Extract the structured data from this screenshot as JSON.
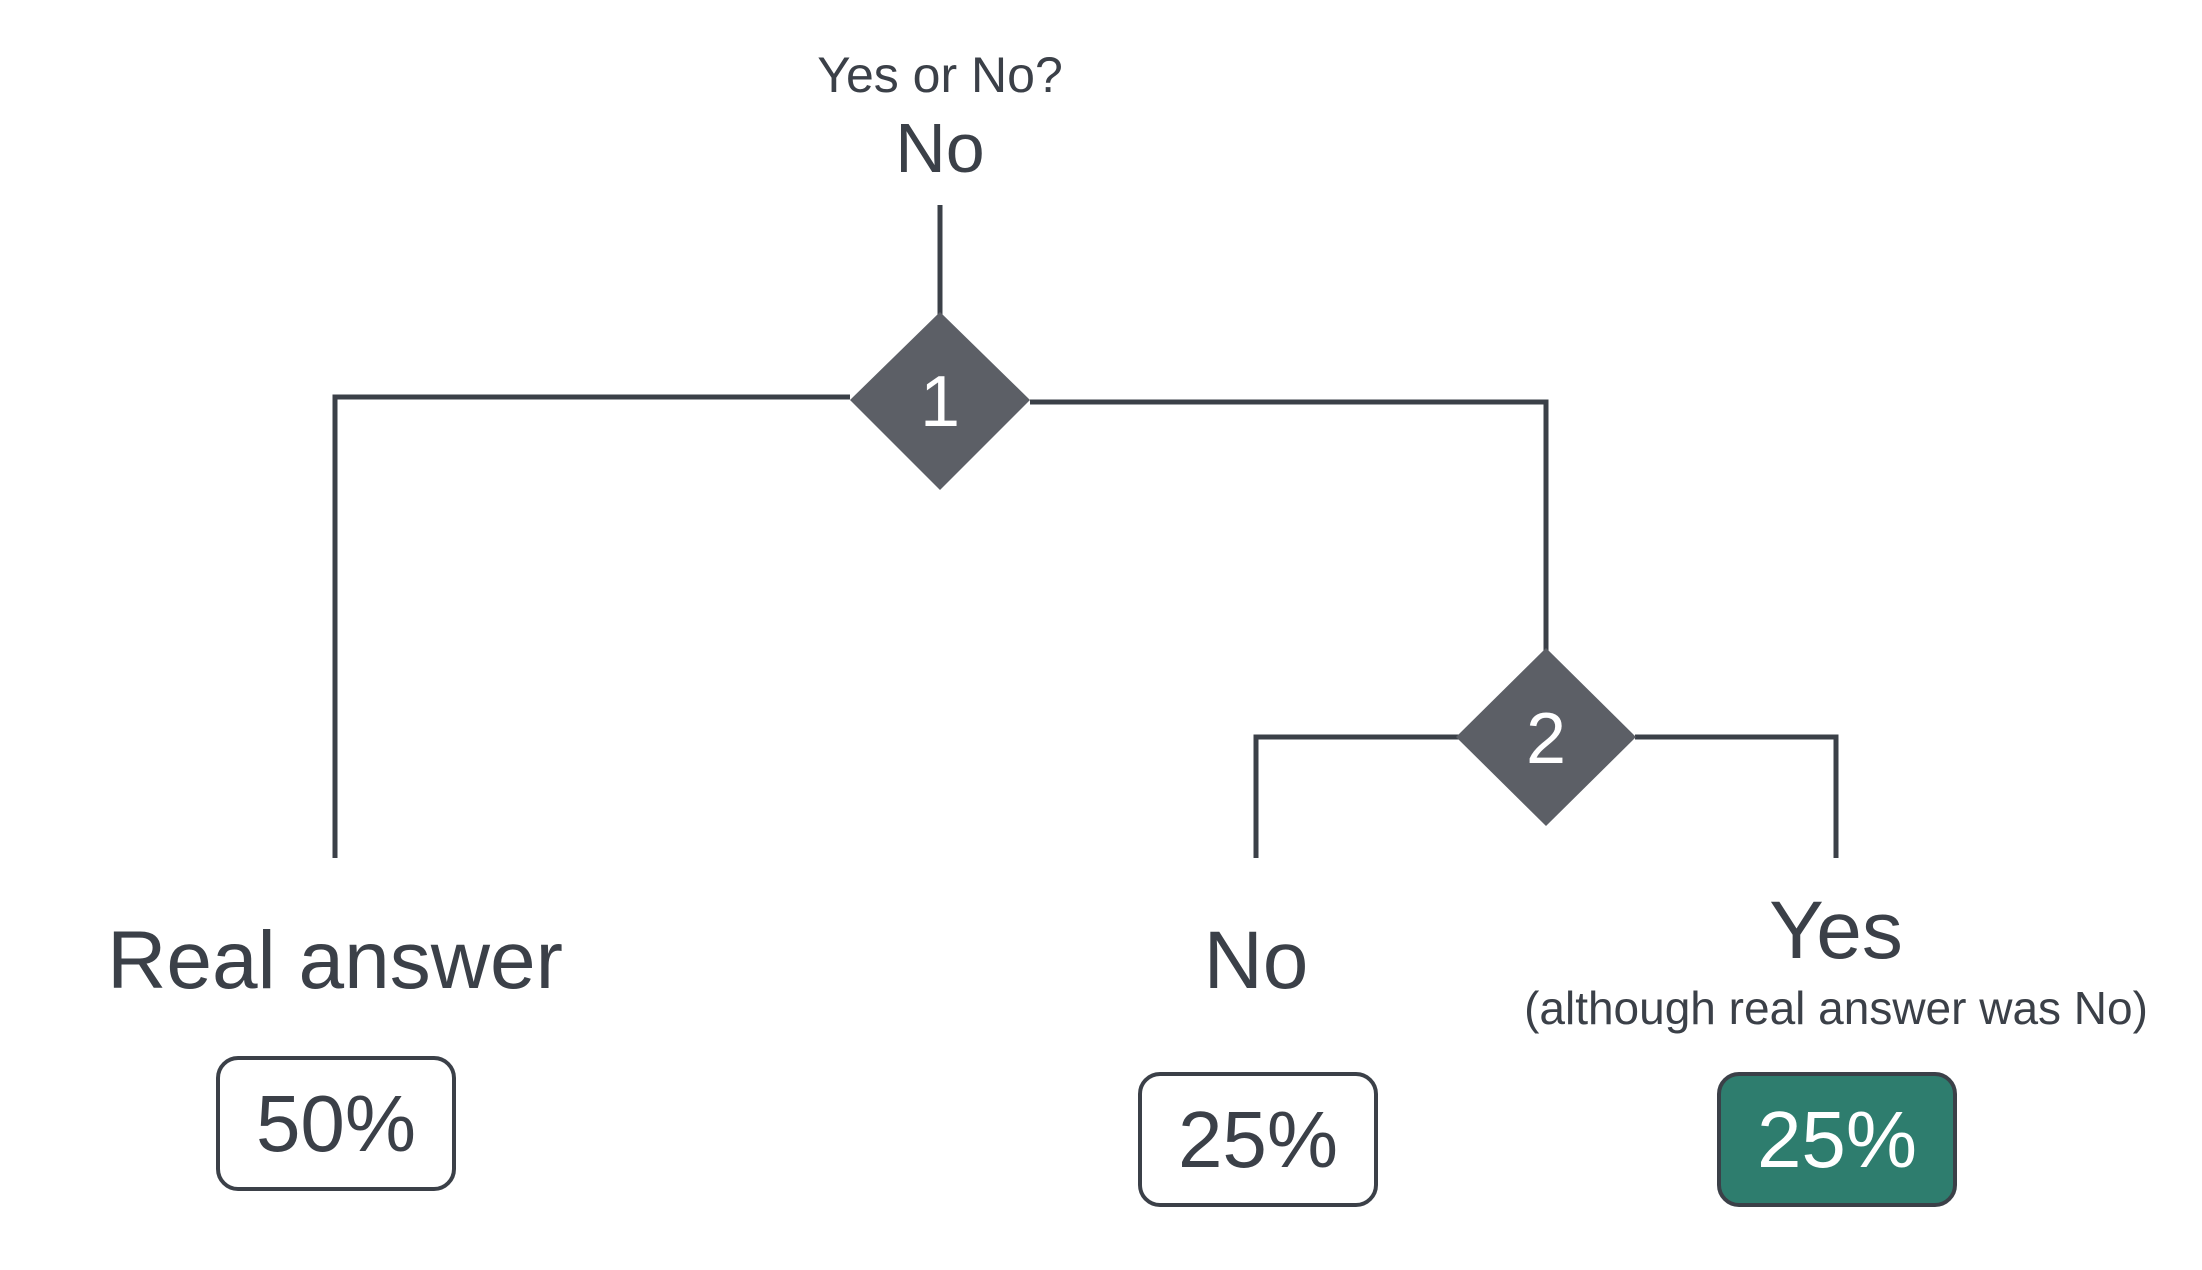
{
  "question": {
    "prompt": "Yes or No?",
    "answer": "No"
  },
  "nodes": [
    {
      "label": "1"
    },
    {
      "label": "2"
    }
  ],
  "branches": [
    {
      "label": "Real answer",
      "note": "",
      "percent": "50%"
    },
    {
      "label": "No",
      "note": "",
      "percent": "25%"
    },
    {
      "label": "Yes",
      "note": "(although real answer was No)",
      "percent": "25%"
    }
  ],
  "colors": {
    "line": "#3b4048",
    "node": "#5c5f66",
    "highlight": "#2e7d6e",
    "text": "#3b4048"
  }
}
